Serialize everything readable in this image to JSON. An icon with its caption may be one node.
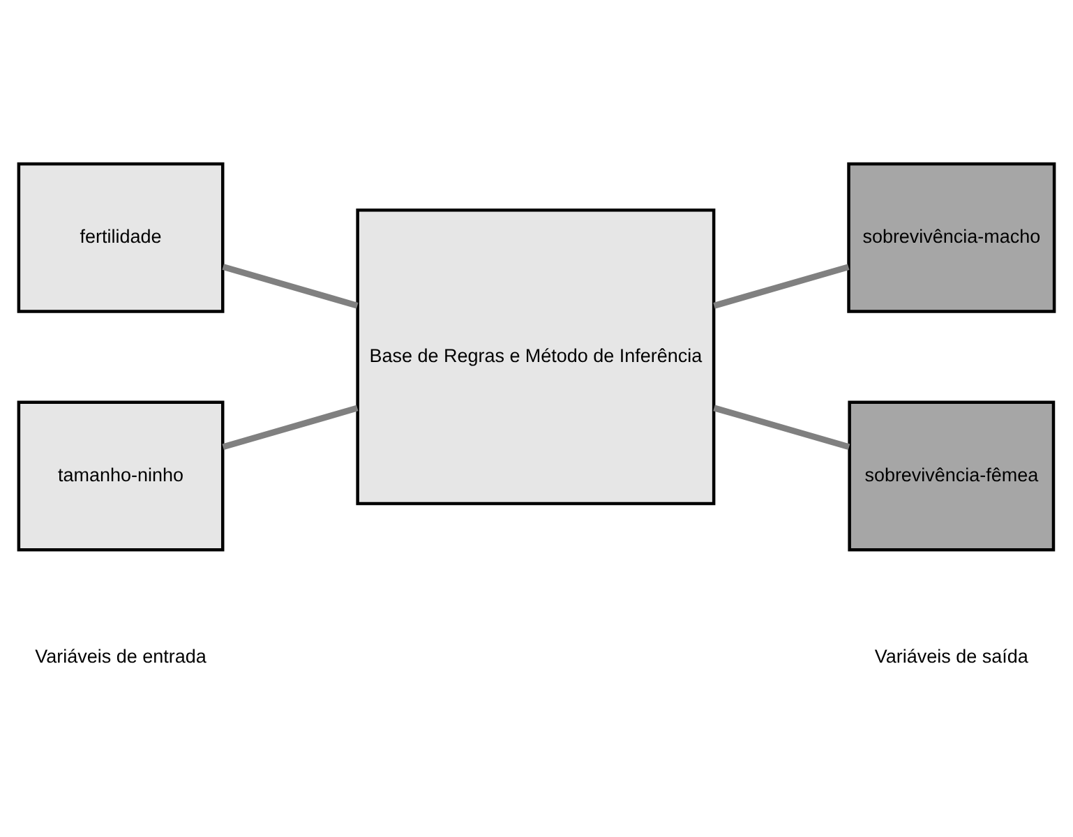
{
  "diagram": {
    "nodes": [
      {
        "text": [
          "fertilidade"
        ]
      },
      {
        "text": [
          "Base de Regras e Método de Inferência"
        ]
      },
      {
        "text": [
          "sobrevivência-macho"
        ]
      },
      {
        "text": [
          "tamanho-ninho"
        ]
      },
      {
        "text": [
          "sobrevivência-fêmea"
        ]
      }
    ],
    "edges": [
      {
        "from": 0,
        "to": 1,
        "arrow": "none"
      },
      {
        "from": 3,
        "to": 1,
        "arrow": "none"
      },
      {
        "from": 1,
        "to": 2,
        "arrow": "none"
      },
      {
        "from": 1,
        "to": 4,
        "arrow": "none"
      }
    ],
    "labels": [
      "Variáveis de entrada",
      "Variáveis de saída"
    ]
  }
}
